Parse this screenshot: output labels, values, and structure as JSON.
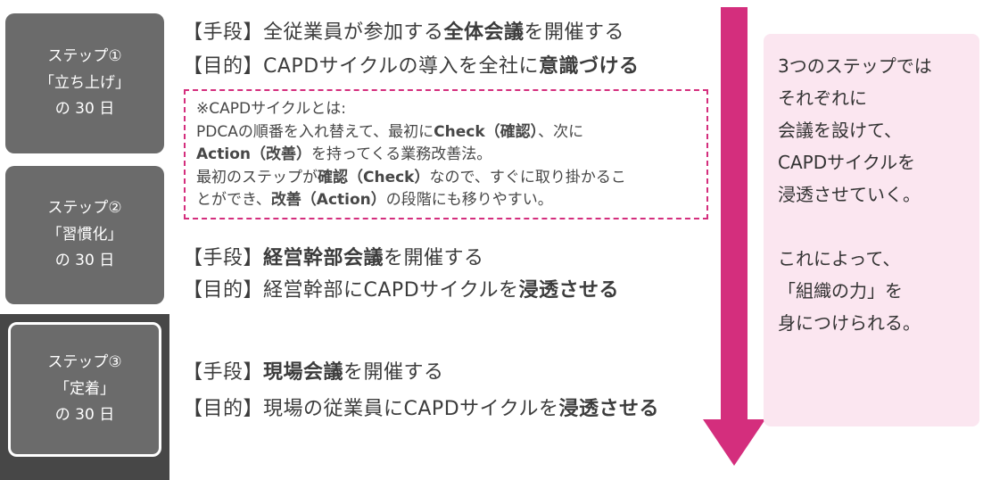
{
  "colors": {
    "accent": "#d42e7d",
    "step_box": "#6b6b6b",
    "step_backdrop": "#474747",
    "right_box_bg": "#fbe6f0",
    "text": "#3c3c3c"
  },
  "steps": [
    {
      "lines": [
        "ステップ①",
        "「立ち上げ」",
        "の 30 日"
      ]
    },
    {
      "lines": [
        "ステップ②",
        "「習慣化」",
        "の 30 日"
      ]
    },
    {
      "lines": [
        "ステップ③",
        "「定着」",
        "の 30 日"
      ]
    }
  ],
  "annotations": {
    "step1_means": [
      {
        "t": "【手段】"
      },
      {
        "t": "全従業員が参加する"
      },
      {
        "t": "全体会議",
        "b": true
      },
      {
        "t": "を開催する"
      }
    ],
    "step1_purpose": [
      {
        "t": "【目的】"
      },
      {
        "t": "CAPDサイクルの導入を全社に"
      },
      {
        "t": "意識づける",
        "b": true
      }
    ],
    "note_lines": [
      [
        {
          "t": "※CAPDサイクルとは:"
        }
      ],
      [
        {
          "t": "PDCAの順番を入れ替えて、最初に"
        },
        {
          "t": "Check（確認）",
          "b": true
        },
        {
          "t": "、次に"
        }
      ],
      [
        {
          "t": "Action（改善）",
          "b": true
        },
        {
          "t": "を持ってくる業務改善法。"
        }
      ],
      [
        {
          "t": "最初のステップが"
        },
        {
          "t": "確認（Check）",
          "b": true
        },
        {
          "t": "なので、すぐに取り掛かるこ"
        }
      ],
      [
        {
          "t": "とができ、"
        },
        {
          "t": "改善（Action）",
          "b": true
        },
        {
          "t": "の段階にも移りやすい。"
        }
      ]
    ],
    "step2_means": [
      {
        "t": "【手段】"
      },
      {
        "t": "経営幹部会議",
        "b": true
      },
      {
        "t": "を開催する"
      }
    ],
    "step2_purpose": [
      {
        "t": "【目的】"
      },
      {
        "t": "経営幹部にCAPDサイクルを"
      },
      {
        "t": "浸透させる",
        "b": true
      }
    ],
    "step3_means": [
      {
        "t": "【手段】"
      },
      {
        "t": "現場会議",
        "b": true
      },
      {
        "t": "を開催する"
      }
    ],
    "step3_purpose": [
      {
        "t": "【目的】"
      },
      {
        "t": "現場の従業員にCAPDサイクルを"
      },
      {
        "t": "浸透させる",
        "b": true
      }
    ]
  },
  "summary": {
    "lines": [
      "3つのステップでは",
      "それぞれに",
      "会議を設けて、",
      "CAPDサイクルを",
      "浸透させていく。",
      "",
      "これによって、",
      "「組織の力」を",
      "身につけられる。"
    ]
  }
}
